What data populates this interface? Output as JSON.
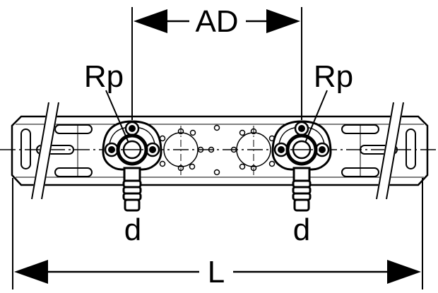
{
  "labels": {
    "ad": "AD",
    "rp_left": "Rp",
    "rp_right": "Rp",
    "d_left": "d",
    "d_right": "d",
    "l": "L"
  }
}
